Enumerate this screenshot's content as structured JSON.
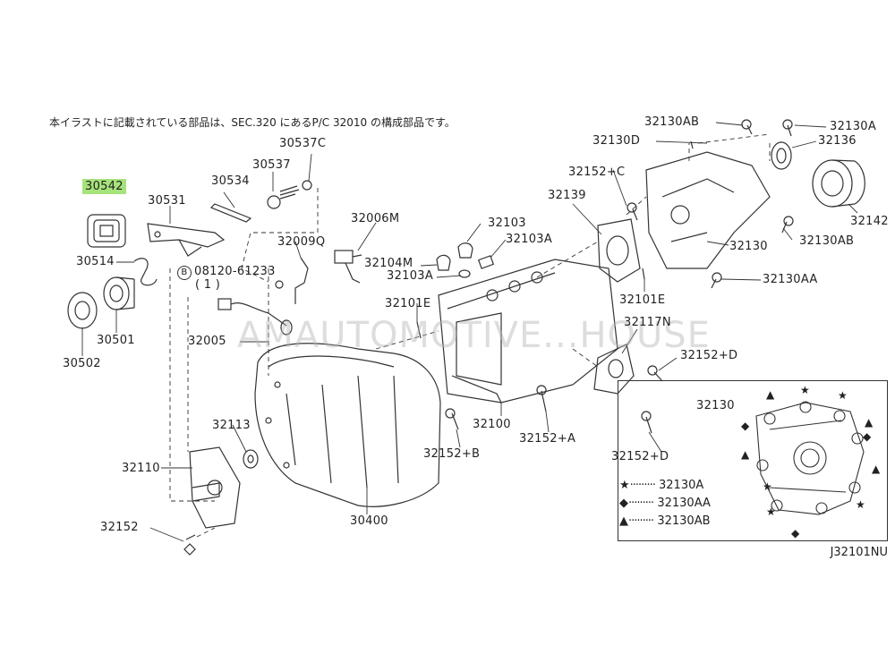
{
  "note": "本イラストに記載されている部品は、SEC.320 にあるP/C 32010 の構成部品です。",
  "diagram_code": "J32101NU",
  "watermark": "AMAUTOMOTIVE...HOUSE",
  "highlight_part": "30542",
  "parts": {
    "p30542": "30542",
    "p30531": "30531",
    "p30534": "30534",
    "p30537": "30537",
    "p30537c": "30537C",
    "p32006m": "32006M",
    "p32009q": "32009Q",
    "p30514": "30514",
    "p08120": "08120-61233",
    "p08120q": "( 1 )",
    "p30501": "30501",
    "p30502": "30502",
    "p32005": "32005",
    "p32104m": "32104M",
    "p32103": "32103",
    "p32103a_1": "32103A",
    "p32103a_2": "32103A",
    "p32101e_1": "32101E",
    "p32101e_2": "32101E",
    "p32152c": "32152+C",
    "p32139": "32139",
    "p32130d": "32130D",
    "p32130ab_top": "32130AB",
    "p32130a_top": "32130A",
    "p32136": "32136",
    "p32142": "32142",
    "p32130": "32130",
    "p32130ab_r": "32130AB",
    "p32130aa": "32130AA",
    "p32117n": "32117N",
    "p32152d_1": "32152+D",
    "p32152d_2": "32152+D",
    "p32152a": "32152+A",
    "p32152b": "32152+B",
    "p32100": "32100",
    "p32113": "32113",
    "p32110": "32110",
    "p32152": "32152",
    "p30400": "30400",
    "inset_title": "32130"
  },
  "legend": [
    {
      "symbol": "★",
      "label": "32130A"
    },
    {
      "symbol": "◆",
      "label": "32130AA"
    },
    {
      "symbol": "▲",
      "label": "32130AB"
    }
  ]
}
